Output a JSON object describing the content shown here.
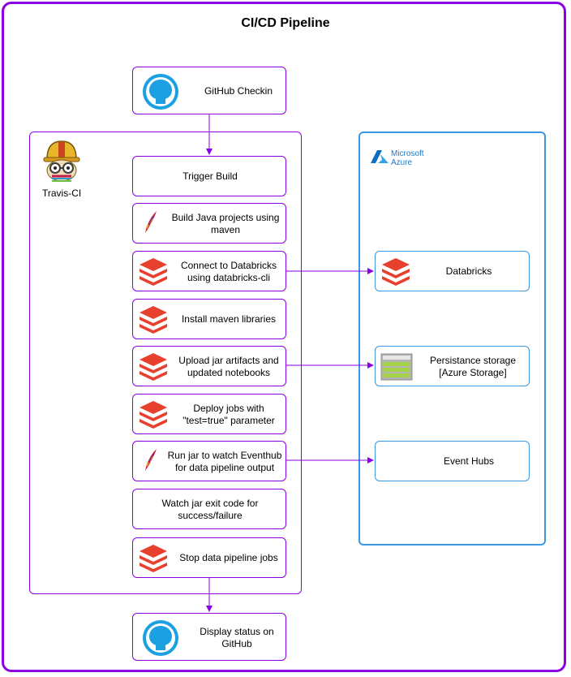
{
  "title": "CI/CD Pipeline",
  "groups": {
    "travis": {
      "label": "Travis-CI"
    },
    "azure": {
      "label_line1": "Microsoft",
      "label_line2": "Azure"
    }
  },
  "steps": {
    "github_checkin": "GitHub Checkin",
    "trigger_build": "Trigger Build",
    "build_java": "Build Java projects using\nmaven",
    "connect_databricks": "Connect to Databricks\nusing databricks-cli",
    "install_maven": "Install maven libraries",
    "upload_jar": "Upload jar artifacts and\nupdated notebooks",
    "deploy_jobs": "Deploy jobs with\n\"test=true\" parameter",
    "run_jar": "Run jar to watch Eventhub\nfor data pipeline output",
    "watch_exit": "Watch jar exit code for\nsuccess/failure",
    "stop_jobs": "Stop data pipeline jobs",
    "display_status": "Display status on\nGitHub"
  },
  "azure_services": {
    "databricks": "Databricks",
    "storage": "Persistance storage\n[Azure Storage]",
    "event_hubs": "Event Hubs"
  },
  "colors": {
    "accent_purple": "#8a00e6",
    "azure_blue": "#3b97e3",
    "databricks_red": "#e8402f",
    "github_cyan": "#1ba1e2"
  }
}
